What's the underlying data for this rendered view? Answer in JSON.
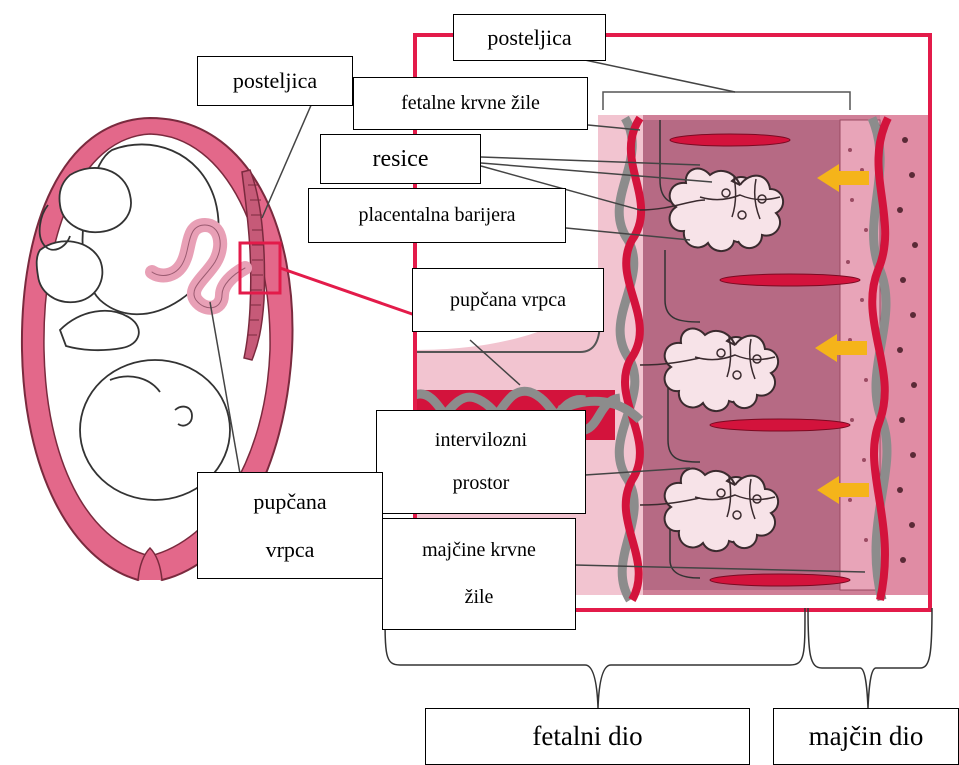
{
  "colors": {
    "uterus_pink": "#e3688a",
    "tissue_pink": "#d88aa0",
    "light_pink": "#f2c4d0",
    "artery_red": "#d3133c",
    "vein_gray": "#8c8c8c",
    "arrow_yellow": "#f5b41a",
    "frame_border": "#e31b4a"
  },
  "icons": {
    "fetus": "fetus-illustration",
    "arrows": "yellow-arrow-left"
  },
  "labels": {
    "placenta_top": "posteljica",
    "placenta_left": "posteljica",
    "fetal_vessels": "fetalne krvne žile",
    "villi": "resice",
    "placental_barrier": "placentalna barijera",
    "umbilical_cord_right": "pupčana vrpca",
    "intervillous_line1": "intervilozni",
    "intervillous_line2": "prostor",
    "umbilical_cord_left_line1": "pupčana",
    "umbilical_cord_left_line2": "vrpca",
    "maternal_vessels_line1": "majčine krvne",
    "maternal_vessels_line2": "žile",
    "fetal_part": "fetalni dio",
    "maternal_part": "majčin dio"
  }
}
